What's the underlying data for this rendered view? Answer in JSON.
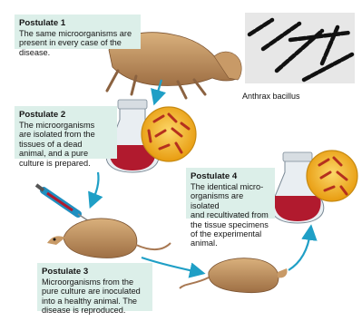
{
  "postulates": [
    {
      "title": "Postulate 1",
      "text": "The same microorganisms are\npresent in every case of the\ndisease."
    },
    {
      "title": "Postulate 2",
      "text": "The microorganisms\nare isolated from the\ntissues of a dead\nanimal, and a pure\nculture is prepared."
    },
    {
      "title": "Postulate 3",
      "text": "Microorganisms from the\npure culture are inoculated\ninto a healthy animal. The\ndisease is reproduced."
    },
    {
      "title": "Postulate 4",
      "text": "The identical micro-\norganisms are isolated\nand recultivated from\nthe tissue specimens\nof the experimental\nanimal."
    }
  ],
  "micrograph_label": "Anthrax bacillus",
  "colors": {
    "box_bg": "#dcefe9",
    "arrow": "#1f9fc6",
    "broth": "#b11a2e",
    "dish_yellow": "#f0b21b",
    "bacteria": "#b5301e",
    "animal": "#c79a68"
  }
}
